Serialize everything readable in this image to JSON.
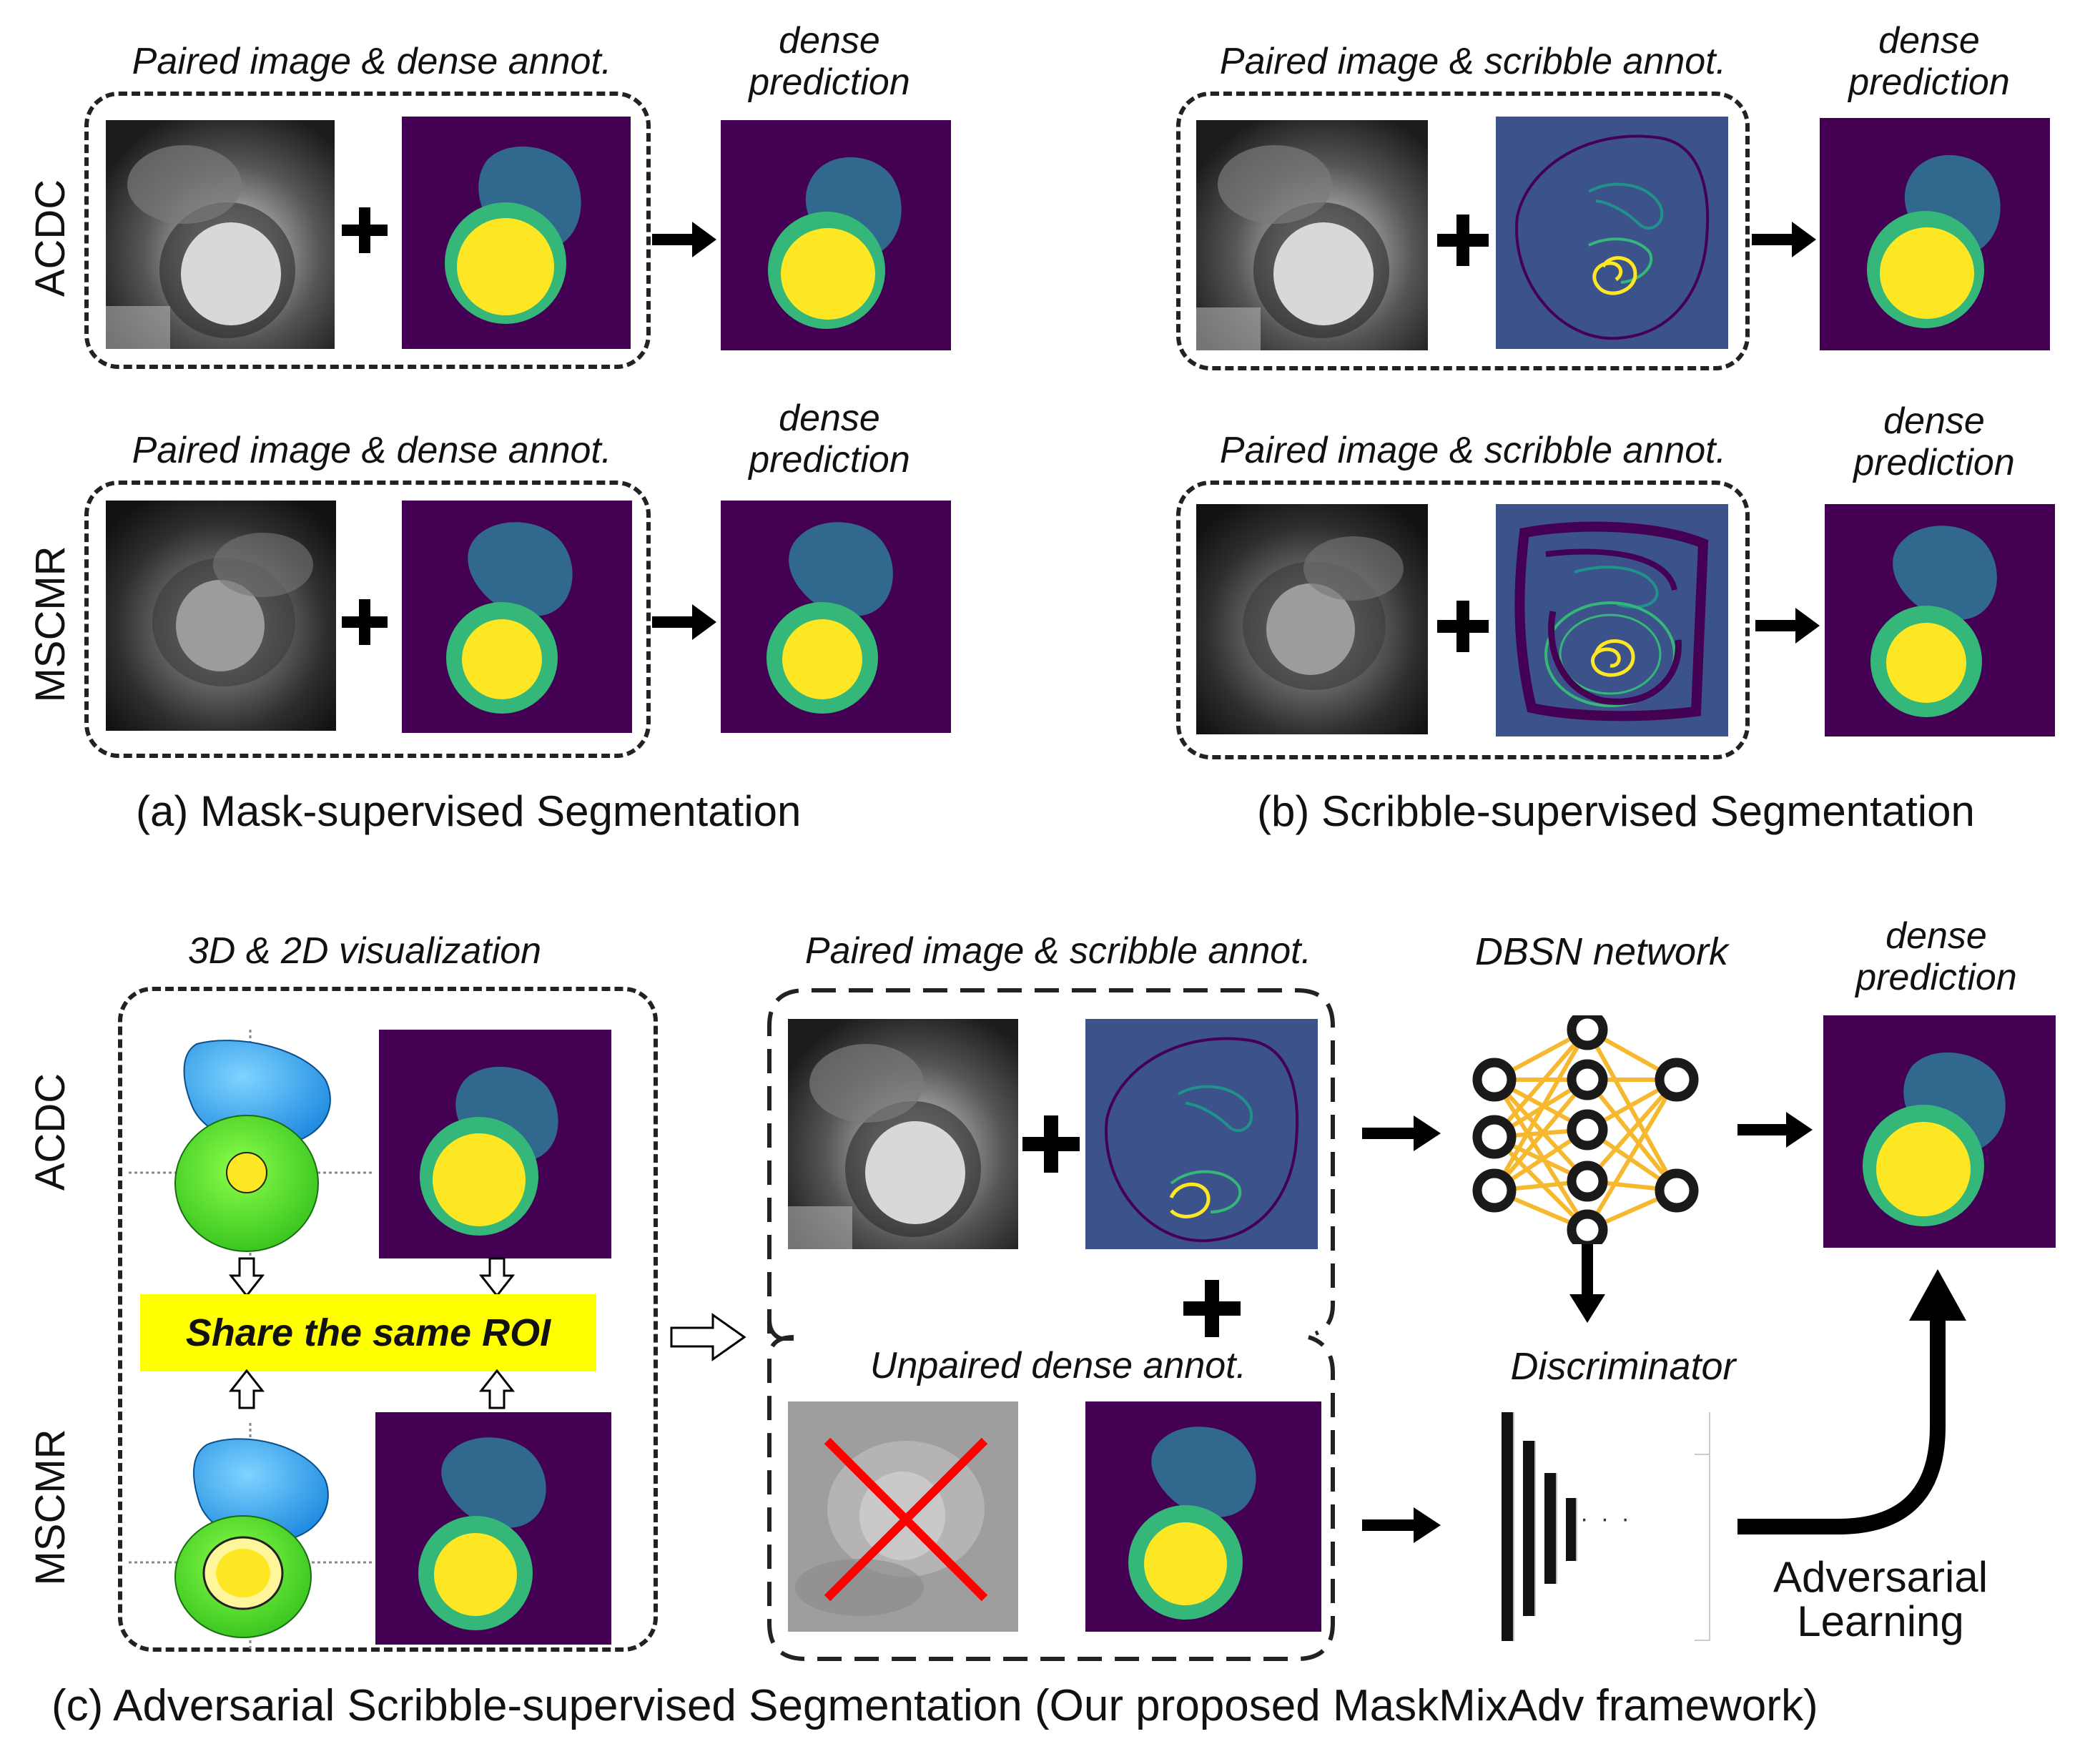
{
  "panel_a": {
    "header": "Paired image & dense annot.",
    "output_line1": "dense",
    "output_line2": "prediction",
    "caption": "(a) Mask-supervised Segmentation"
  },
  "panel_b": {
    "header": "Paired image & scribble annot.",
    "output_line1": "dense",
    "output_line2": "prediction",
    "caption": "(b) Scribble-supervised Segmentation"
  },
  "rows": {
    "acdc": "ACDC",
    "mscmr": "MSCMR"
  },
  "panel_c": {
    "vis_header": "3D & 2D visualization",
    "roi_label": "Share the same ROI",
    "paired_header": "Paired image & scribble annot.",
    "unpaired_header": "Unpaired dense annot.",
    "network_label": "DBSN network",
    "discriminator_label": "Discriminator",
    "output_line1": "dense",
    "output_line2": "prediction",
    "adv_line1": "Adversarial",
    "adv_line2": "Learning",
    "ellipsis": "· · ·",
    "caption": "(c) Adversarial Scribble-supervised Segmentation (Our proposed MaskMixAdv framework)"
  },
  "symbols": {
    "plus": "+"
  },
  "colors": {
    "background_mask": "#440154",
    "rv": "#31688e",
    "myo": "#35b779",
    "lv": "#fde725",
    "scribble_bg": "#3b528b",
    "roi_box": "#ffff00",
    "network_line": "#f5b82e",
    "cross": "#ff0000"
  }
}
